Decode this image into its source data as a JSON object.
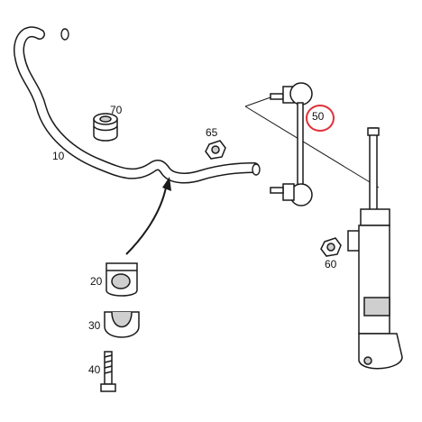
{
  "callouts": {
    "c10": "10",
    "c20": "20",
    "c30": "30",
    "c40": "40",
    "c50": "50",
    "c60": "60",
    "c65": "65",
    "c70": "70"
  },
  "highlight": {
    "part": "50",
    "color": "#e0303a"
  },
  "colors": {
    "line": "#1a1a1a",
    "fill": "#ffffff",
    "shade": "#cfcfcf"
  }
}
